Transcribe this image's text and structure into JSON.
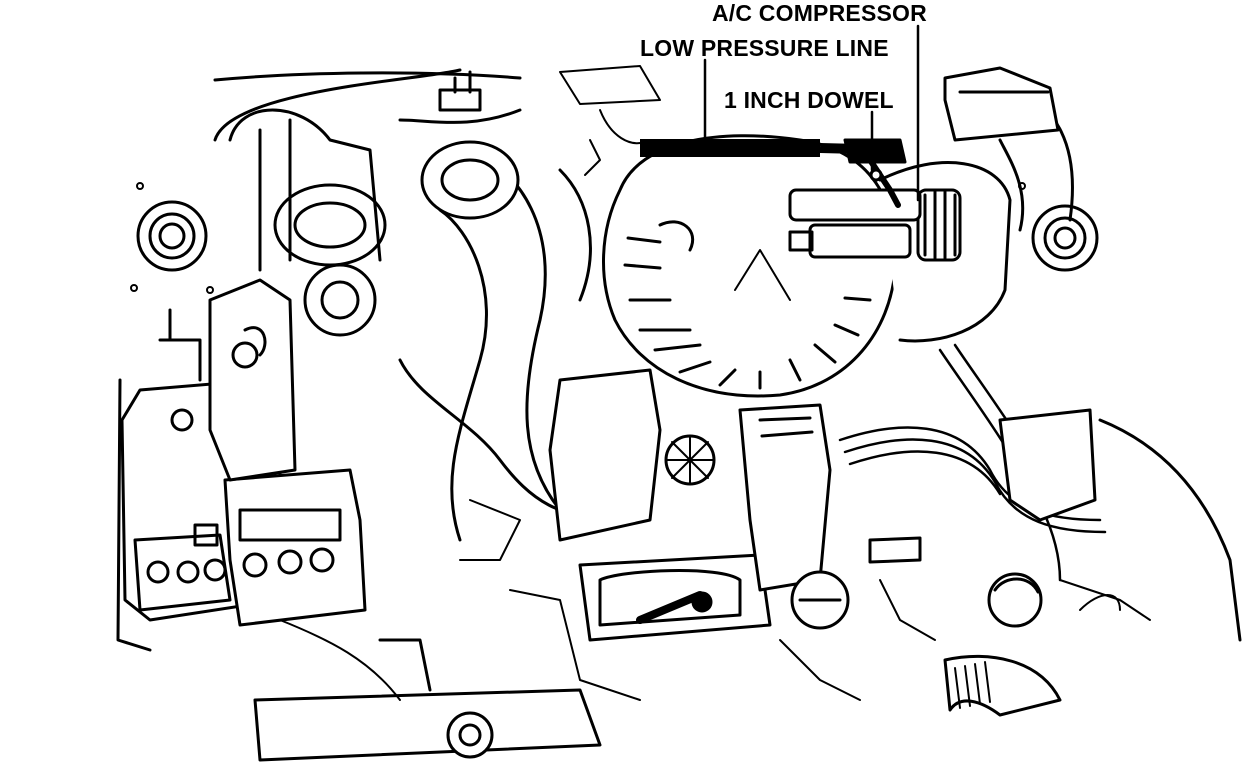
{
  "diagram": {
    "labels": {
      "ac_compressor": "A/C COMPRESSOR",
      "low_pressure_line": "LOW PRESSURE LINE",
      "one_inch_dowel": "1 INCH DOWEL"
    },
    "colors": {
      "ink": "#000000",
      "paper": "#ffffff"
    }
  }
}
